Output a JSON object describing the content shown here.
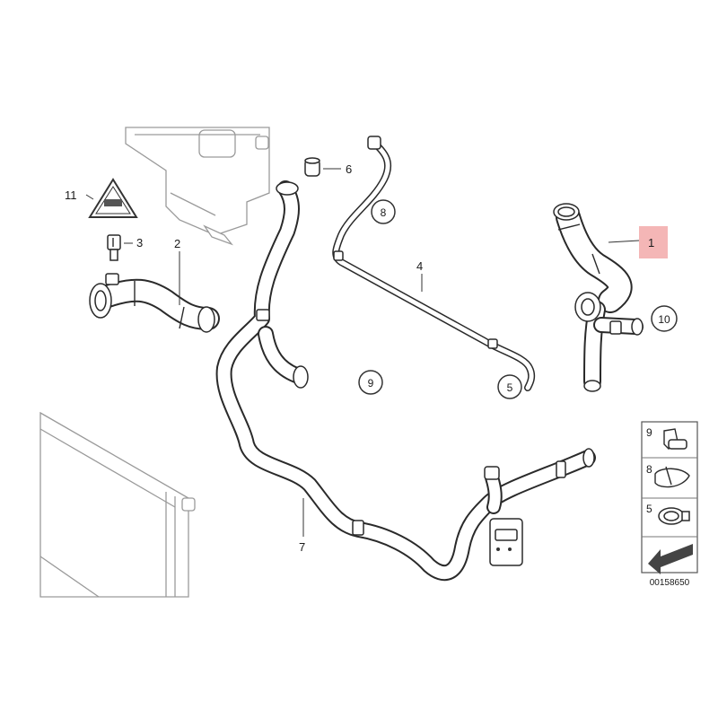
{
  "diagram": {
    "reference_code": "00158650",
    "callouts": {
      "p1": "1",
      "p2": "2",
      "p3": "3",
      "p4": "4",
      "p5": "5",
      "p6": "6",
      "p7": "7",
      "p8": "8",
      "p9": "9",
      "p10": "10",
      "p11": "11"
    },
    "legend": {
      "row_a": "9",
      "row_b": "8",
      "row_c": "5"
    },
    "colors": {
      "highlight_box": "#f4b6b6",
      "line": "#2a2a2a"
    },
    "icons": [
      "warning-triangle-icon",
      "arrow-icon"
    ]
  }
}
